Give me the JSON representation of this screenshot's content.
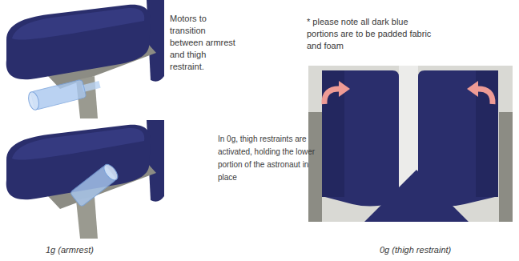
{
  "diagram": {
    "labels": [
      "Motors to transition between armrest and thigh restraint.",
      "* please note all dark blue portions are to be padded fabric and foam",
      "In 0g, thigh restraints are activated, holding the lower portion of the astronaut in place",
      "1g (armrest)",
      "0g (thigh restraint)"
    ]
  }
}
